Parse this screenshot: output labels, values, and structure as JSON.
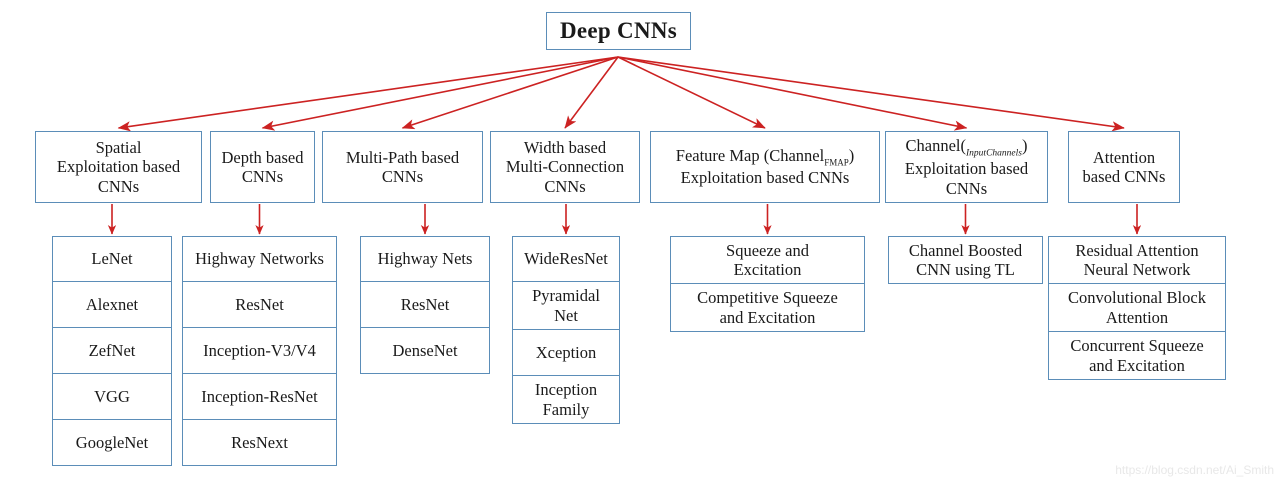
{
  "diagram": {
    "title": "Deep CNNs taxonomy",
    "root": {
      "label": "Deep CNNs"
    },
    "colors": {
      "box_border": "#5b8db8",
      "arrow": "#cc2222",
      "text": "#1a1a1a",
      "background": "#ffffff",
      "watermark": "#e8e8e8"
    },
    "categories": [
      {
        "id": "spatial-exploitation",
        "lines": [
          "Spatial",
          "Exploitation based",
          "CNNs"
        ],
        "leaves": [
          {
            "lines": [
              "LeNet"
            ]
          },
          {
            "lines": [
              "Alexnet"
            ]
          },
          {
            "lines": [
              "ZefNet"
            ]
          },
          {
            "lines": [
              "VGG"
            ]
          },
          {
            "lines": [
              "GoogleNet"
            ]
          }
        ]
      },
      {
        "id": "depth-based",
        "lines": [
          "Depth based",
          "CNNs"
        ],
        "leaves": [
          {
            "lines": [
              "Highway Networks"
            ]
          },
          {
            "lines": [
              "ResNet"
            ]
          },
          {
            "lines": [
              "Inception-V3/V4"
            ]
          },
          {
            "lines": [
              "Inception-ResNet"
            ]
          },
          {
            "lines": [
              "ResNext"
            ]
          }
        ]
      },
      {
        "id": "multi-path-based",
        "lines": [
          "Multi-Path based",
          "CNNs"
        ],
        "leaves": [
          {
            "lines": [
              "Highway Nets"
            ]
          },
          {
            "lines": [
              "ResNet"
            ]
          },
          {
            "lines": [
              "DenseNet"
            ]
          }
        ]
      },
      {
        "id": "width-based-multi-connection",
        "lines": [
          "Width based",
          "Multi-Connection",
          "CNNs"
        ],
        "leaves": [
          {
            "lines": [
              "WideResNet"
            ]
          },
          {
            "lines": [
              "Pyramidal",
              "Net"
            ]
          },
          {
            "lines": [
              "Xception"
            ]
          },
          {
            "lines": [
              "Inception",
              "Family"
            ]
          }
        ]
      },
      {
        "id": "feature-map-exploitation",
        "lines": [
          "Feature Map (Channel",
          "Exploitation based CNNs"
        ],
        "subscript": "FMAP",
        "subscript_style": "caps",
        "leaves": [
          {
            "lines": [
              "Squeeze and",
              "Excitation"
            ]
          },
          {
            "lines": [
              "Competitive Squeeze",
              "and Excitation"
            ]
          }
        ]
      },
      {
        "id": "channel-exploitation",
        "lines": [
          "Channel(",
          "Exploitation based",
          "CNNs"
        ],
        "subscript": "InputChannels",
        "subscript_style": "italic",
        "leaves": [
          {
            "lines": [
              "Channel Boosted",
              "CNN using TL"
            ]
          }
        ]
      },
      {
        "id": "attention-based",
        "lines": [
          "Attention",
          "based CNNs"
        ],
        "leaves": [
          {
            "lines": [
              "Residual Attention",
              "Neural Network"
            ]
          },
          {
            "lines": [
              "Convolutional Block",
              "Attention"
            ]
          },
          {
            "lines": [
              "Concurrent Squeeze",
              "and Excitation"
            ]
          }
        ]
      }
    ]
  },
  "watermark": {
    "text": "https://blog.csdn.net/Ai_Smith"
  }
}
